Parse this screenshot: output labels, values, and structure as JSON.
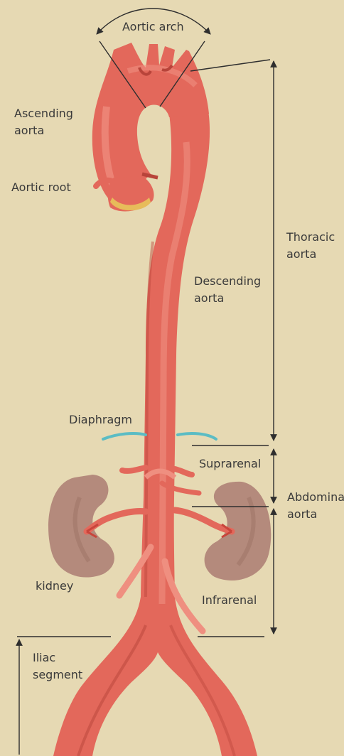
{
  "labels": {
    "aortic_arch": "Aortic arch",
    "ascending_aorta": "Ascending\naorta",
    "aortic_root": "Aortic root",
    "thoracic_aorta": "Thoracic\naorta",
    "descending_aorta": "Descending\naorta",
    "diaphragm": "Diaphragm",
    "suprarenal": "Suprarenal",
    "abdominal_aorta": "Abdominal\naorta",
    "kidney": "kidney",
    "infrarenal": "Infrarenal",
    "iliac_segment": "Iliac\nsegment"
  },
  "colors": {
    "background": "#e6d9b3",
    "aorta": "#e3685b",
    "aorta_highlight": "#ef8f80",
    "aorta_shadow": "#b8443a",
    "kidney": "#b48a7c",
    "kidney_shadow": "#9c7264",
    "diaphragm": "#5bbcc4",
    "root_fat": "#e7bc5a",
    "lines": "#2e2e2e"
  }
}
